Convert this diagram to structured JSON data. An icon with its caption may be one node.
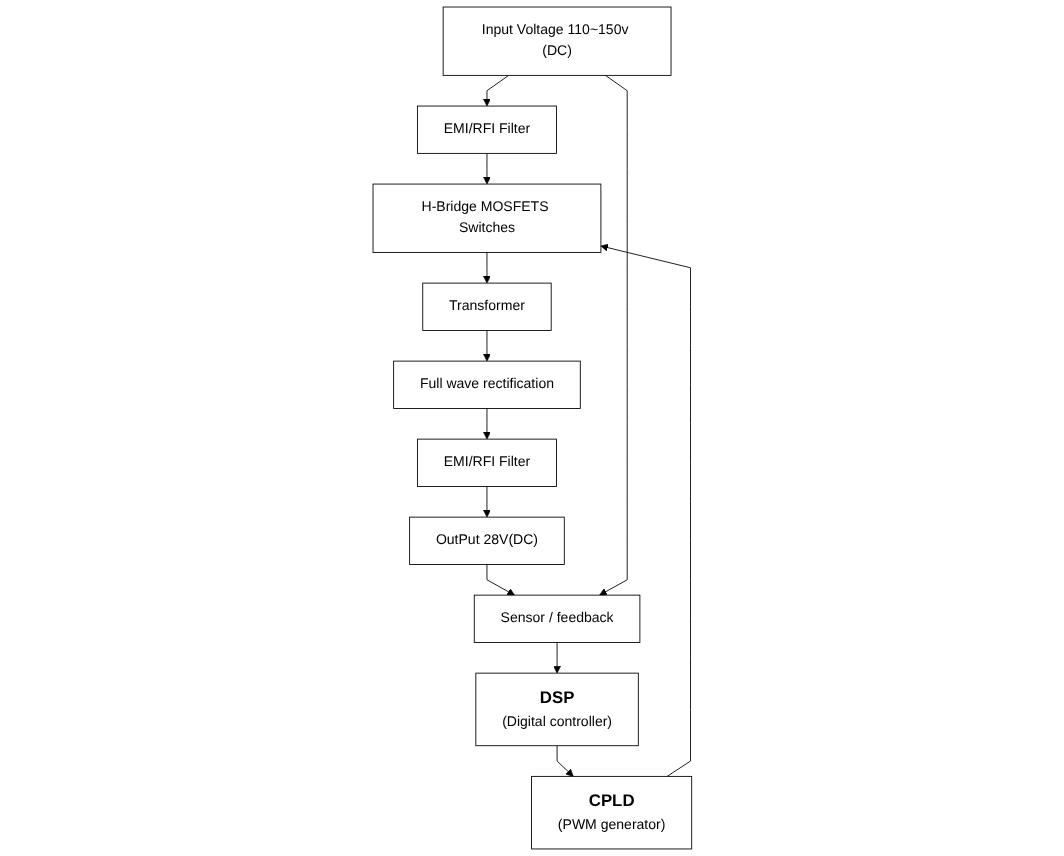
{
  "diagram": {
    "nodes": [
      {
        "text": [
          "Input Voltage 110~150v (DC)"
        ]
      },
      {
        "text": [
          "EMI/RFI Filter"
        ]
      },
      {
        "text": [
          "H-Bridge MOSFETS Switches"
        ]
      },
      {
        "text": [
          "CPLD",
          "(PWM generator)"
        ]
      },
      {
        "text": [
          "Transformer"
        ]
      },
      {
        "text": [
          "DSP",
          "(Digital controller)"
        ]
      },
      {
        "text": [
          "Full wave rectification"
        ]
      },
      {
        "text": [
          "Sensor / feedback"
        ]
      },
      {
        "text": [
          "EMI/RFI Filter"
        ]
      },
      {
        "text": [
          "OutPut 28V(DC)"
        ]
      }
    ],
    "edges": [
      {
        "from": 0,
        "to": 1,
        "arrow": "to"
      },
      {
        "from": 1,
        "to": 2,
        "arrow": "to"
      },
      {
        "from": 3,
        "to": 2,
        "arrow": "to"
      },
      {
        "from": 2,
        "to": 4,
        "arrow": "to"
      },
      {
        "from": 4,
        "to": 6,
        "arrow": "to"
      },
      {
        "from": 6,
        "to": 8,
        "arrow": "to"
      },
      {
        "from": 8,
        "to": 9,
        "arrow": "to"
      },
      {
        "from": 9,
        "to": 7,
        "arrow": "to"
      },
      {
        "from": 0,
        "to": 7,
        "arrow": "to"
      },
      {
        "from": 7,
        "to": 5,
        "arrow": "to"
      },
      {
        "from": 5,
        "to": 3,
        "arrow": "to"
      }
    ]
  }
}
